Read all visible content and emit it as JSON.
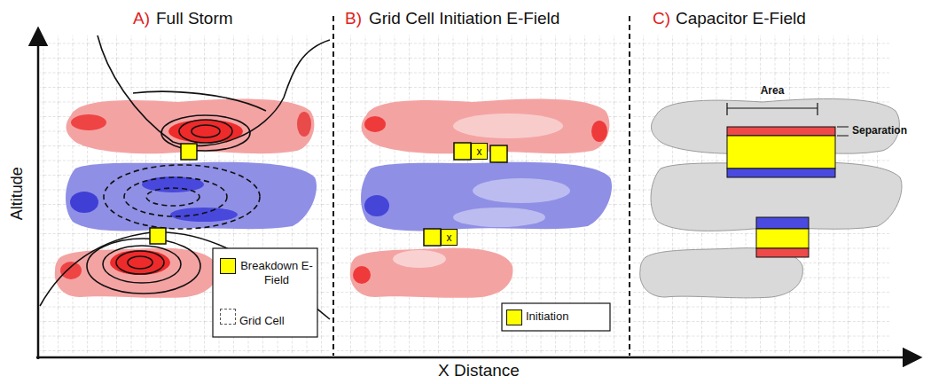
{
  "diagram": {
    "nodes": [
      {
        "text": [
          "x"
        ]
      },
      {
        "text": [
          "x"
        ]
      }
    ],
    "labels": [
      "A)",
      "Full Storm",
      "B)",
      "Grid Cell Initiation E-Field",
      "C)",
      "Capacitor E-Field",
      "Altitude",
      "X Distance",
      "x",
      "Area",
      "Separation"
    ],
    "legend": [
      {
        "text": "Breakdown E-Field",
        "color": "#ffff00"
      },
      {
        "text": "Grid Cell"
      },
      {
        "text": "Initiation"
      }
    ]
  }
}
